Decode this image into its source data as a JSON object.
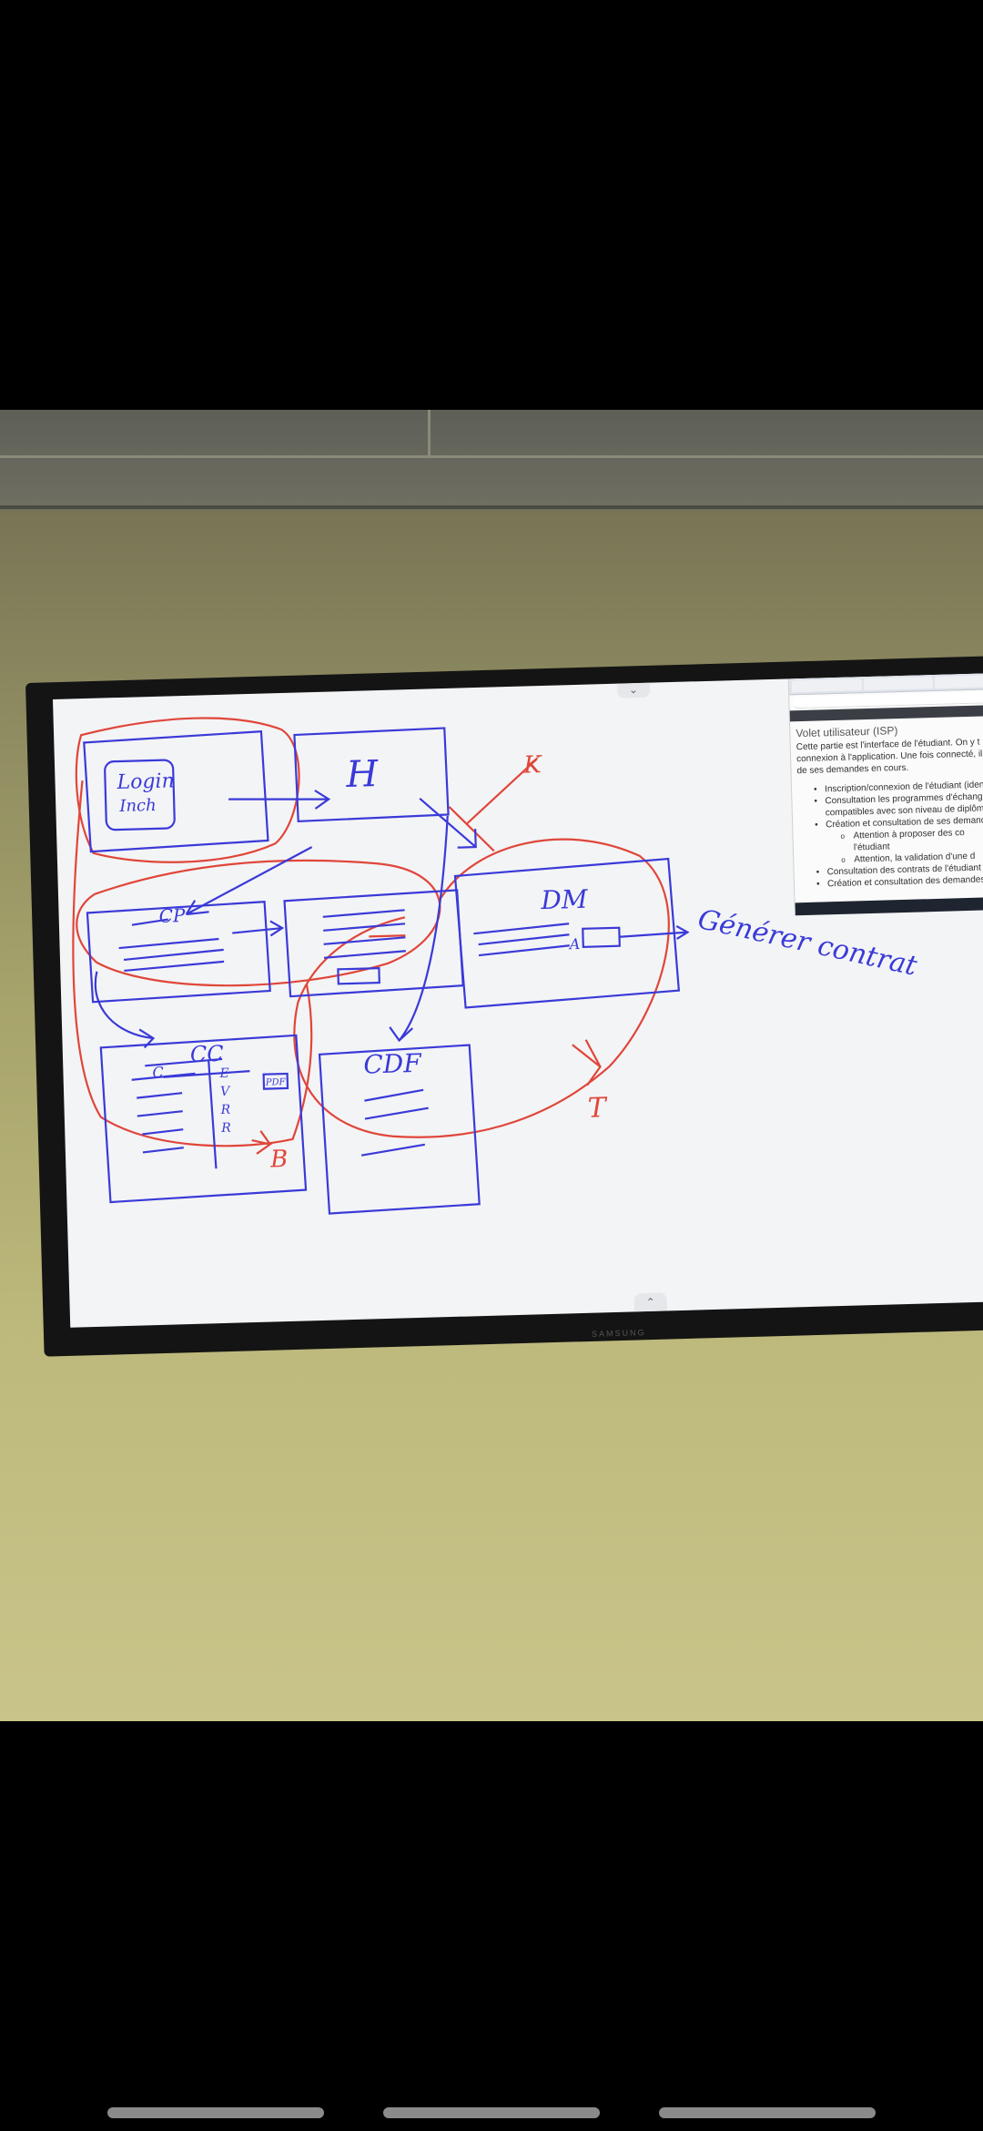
{
  "sketch": {
    "login_label_1": "Login",
    "login_label_2": "Inch",
    "home_label": "H",
    "cp_label": "CP",
    "dm_label": "DM",
    "dm_letter": "A",
    "cc_label": "CC",
    "cc_c_label": "C",
    "cc_letters": [
      "E",
      "V",
      "R",
      "R"
    ],
    "cc_button": "PDF",
    "cdf_label": "CDF",
    "k_label": "K",
    "b_label": "B",
    "t_label": "T",
    "generer_contrat": "Générer contrat"
  },
  "doc_panel": {
    "title": "Volet utilisateur (ISP)",
    "lines": [
      "Cette partie est l'interface de l'étudiant. On y t",
      "connexion à l'application. Une fois connecté, il po",
      "de ses demandes en cours."
    ],
    "bullets": [
      "Inscription/connexion de l'étudiant (iden",
      "Consultation les programmes d'échang",
      "compatibles avec son niveau de diplôme",
      "Création et consultation de ses demand"
    ],
    "sub_bullets": [
      "Attention à proposer des co",
      "l'étudiant",
      "Attention, la validation d'une d"
    ],
    "bullets_2": [
      "Consultation des contrats de l'étudiant",
      "Création et consultation des demandes"
    ]
  },
  "tv": {
    "brand": "SAMSUNG"
  },
  "colors": {
    "pen_blue": "#3a3ad8",
    "pen_red": "#e0463a",
    "screen": "#f3f4f6"
  }
}
